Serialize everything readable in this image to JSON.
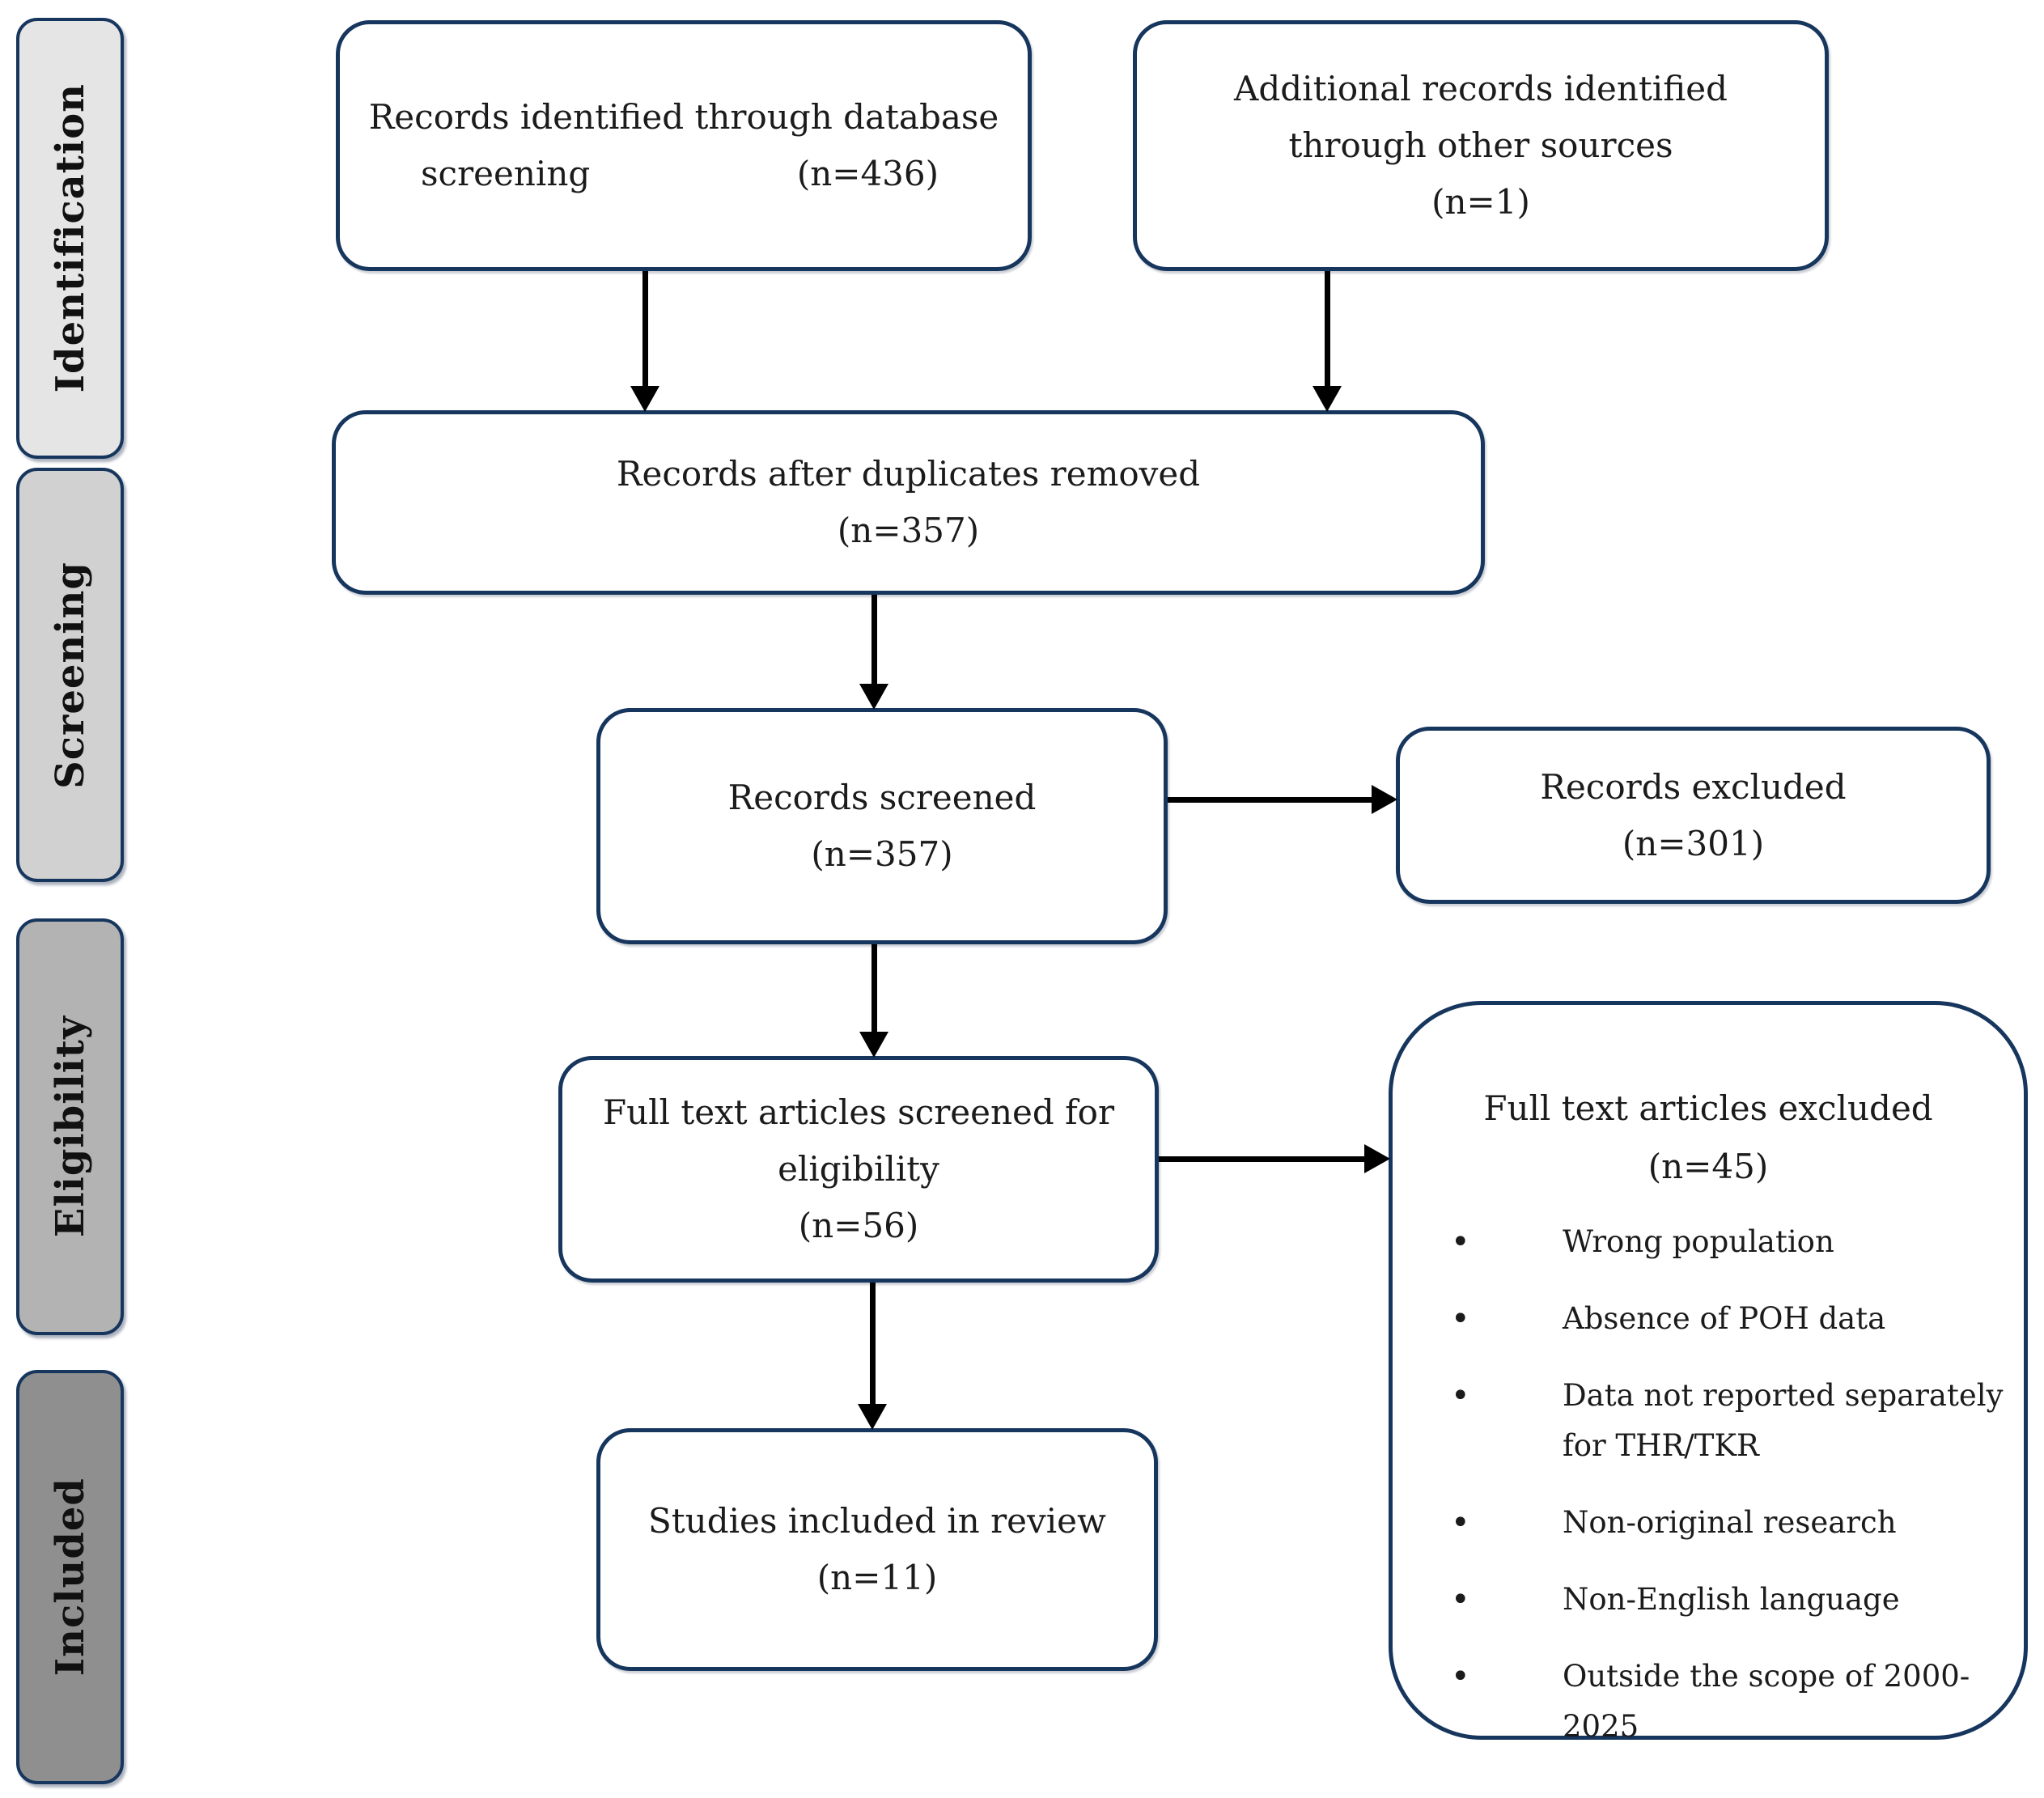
{
  "diagram": {
    "stages": {
      "identification": "Identification",
      "screening": "Screening",
      "eligibility": "Eligibility",
      "included": "Included"
    },
    "boxes": {
      "database": {
        "line1": "Records identified through database",
        "line2_left": "screening",
        "count": "(n=436)"
      },
      "other_sources": {
        "line1": "Additional records identified",
        "line2": "through other sources",
        "count": "(n=1)"
      },
      "duplicates_removed": {
        "line1": "Records after duplicates removed",
        "count": "(n=357)"
      },
      "records_screened": {
        "line1": "Records screened",
        "count": "(n=357)"
      },
      "records_excluded": {
        "line1": "Records excluded",
        "count": "(n=301)"
      },
      "fulltext_screened": {
        "line1": "Full text articles screened for",
        "line2": "eligibility",
        "count": "(n=56)"
      },
      "fulltext_excluded": {
        "title": "Full text articles excluded",
        "count": "(n=45)",
        "reasons": [
          "Wrong population",
          "Absence of POH data",
          "Data not reported separately for THR/TKR",
          "Non-original research",
          "Non-English language",
          "Outside the scope of 2000-2025"
        ]
      },
      "studies_included": {
        "line1": "Studies included in review",
        "count": "(n=11)"
      }
    },
    "colors": {
      "box_border": "#17365d",
      "box_fill": "#ffffff",
      "arrow": "#000000",
      "text": "#1b1b1b",
      "stage_fills": [
        "#e5e5e5",
        "#d1d1d1",
        "#b3b3b3",
        "#8f8f8f"
      ]
    }
  }
}
